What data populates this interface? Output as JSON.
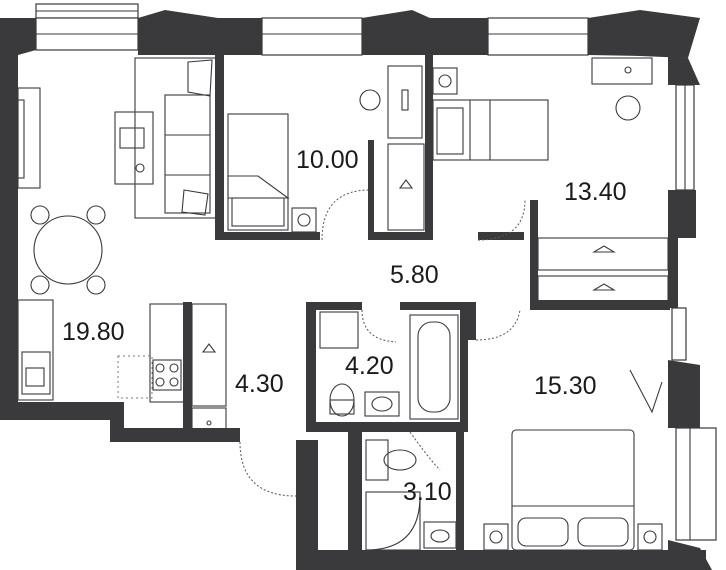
{
  "floor_plan": {
    "rooms": [
      {
        "id": "living-kitchen",
        "area": "19.80"
      },
      {
        "id": "bedroom-small",
        "area": "10.00"
      },
      {
        "id": "bedroom-mid",
        "area": "13.40"
      },
      {
        "id": "hallway",
        "area": "5.80"
      },
      {
        "id": "entrance",
        "area": "4.30"
      },
      {
        "id": "bathroom",
        "area": "4.20"
      },
      {
        "id": "shower-room",
        "area": "3.10"
      },
      {
        "id": "master-bedroom",
        "area": "15.30"
      }
    ]
  }
}
